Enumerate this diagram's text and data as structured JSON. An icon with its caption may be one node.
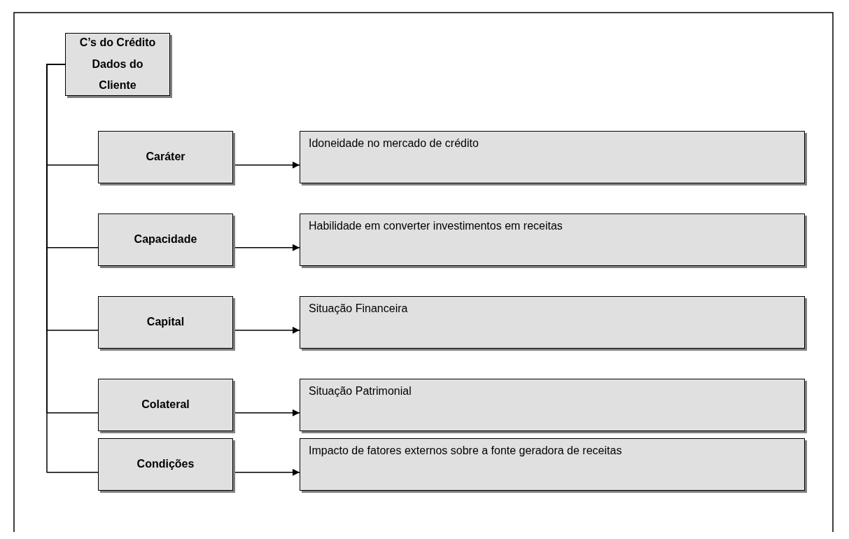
{
  "diagram": {
    "nodes": [
      {
        "text": [
          "C’s do Crédito Dados do Cliente"
        ]
      },
      {
        "text": [
          "Caráter"
        ]
      },
      {
        "text": [
          "Idoneidade no mercado de crédito"
        ]
      },
      {
        "text": [
          "Capacidade"
        ]
      },
      {
        "text": [
          "Habilidade em converter investimentos em receitas"
        ]
      },
      {
        "text": [
          "Capital"
        ]
      },
      {
        "text": [
          "Situação Financeira"
        ]
      },
      {
        "text": [
          "Colateral"
        ]
      },
      {
        "text": [
          "Situação Patrimonial"
        ]
      },
      {
        "text": [
          "Condições"
        ]
      },
      {
        "text": [
          "Impacto de fatores externos sobre a fonte geradora de receitas"
        ]
      }
    ],
    "edges": [
      {
        "from": 0,
        "to": 1,
        "arrow": "none"
      },
      {
        "from": 1,
        "to": 2,
        "arrow": "to"
      },
      {
        "from": 0,
        "to": 3,
        "arrow": "none"
      },
      {
        "from": 3,
        "to": 4,
        "arrow": "to"
      },
      {
        "from": 0,
        "to": 5,
        "arrow": "none"
      },
      {
        "from": 5,
        "to": 6,
        "arrow": "to"
      },
      {
        "from": 0,
        "to": 7,
        "arrow": "none"
      },
      {
        "from": 7,
        "to": 8,
        "arrow": "to"
      },
      {
        "from": 0,
        "to": 9,
        "arrow": "none"
      },
      {
        "from": 9,
        "to": 10,
        "arrow": "to"
      }
    ]
  }
}
